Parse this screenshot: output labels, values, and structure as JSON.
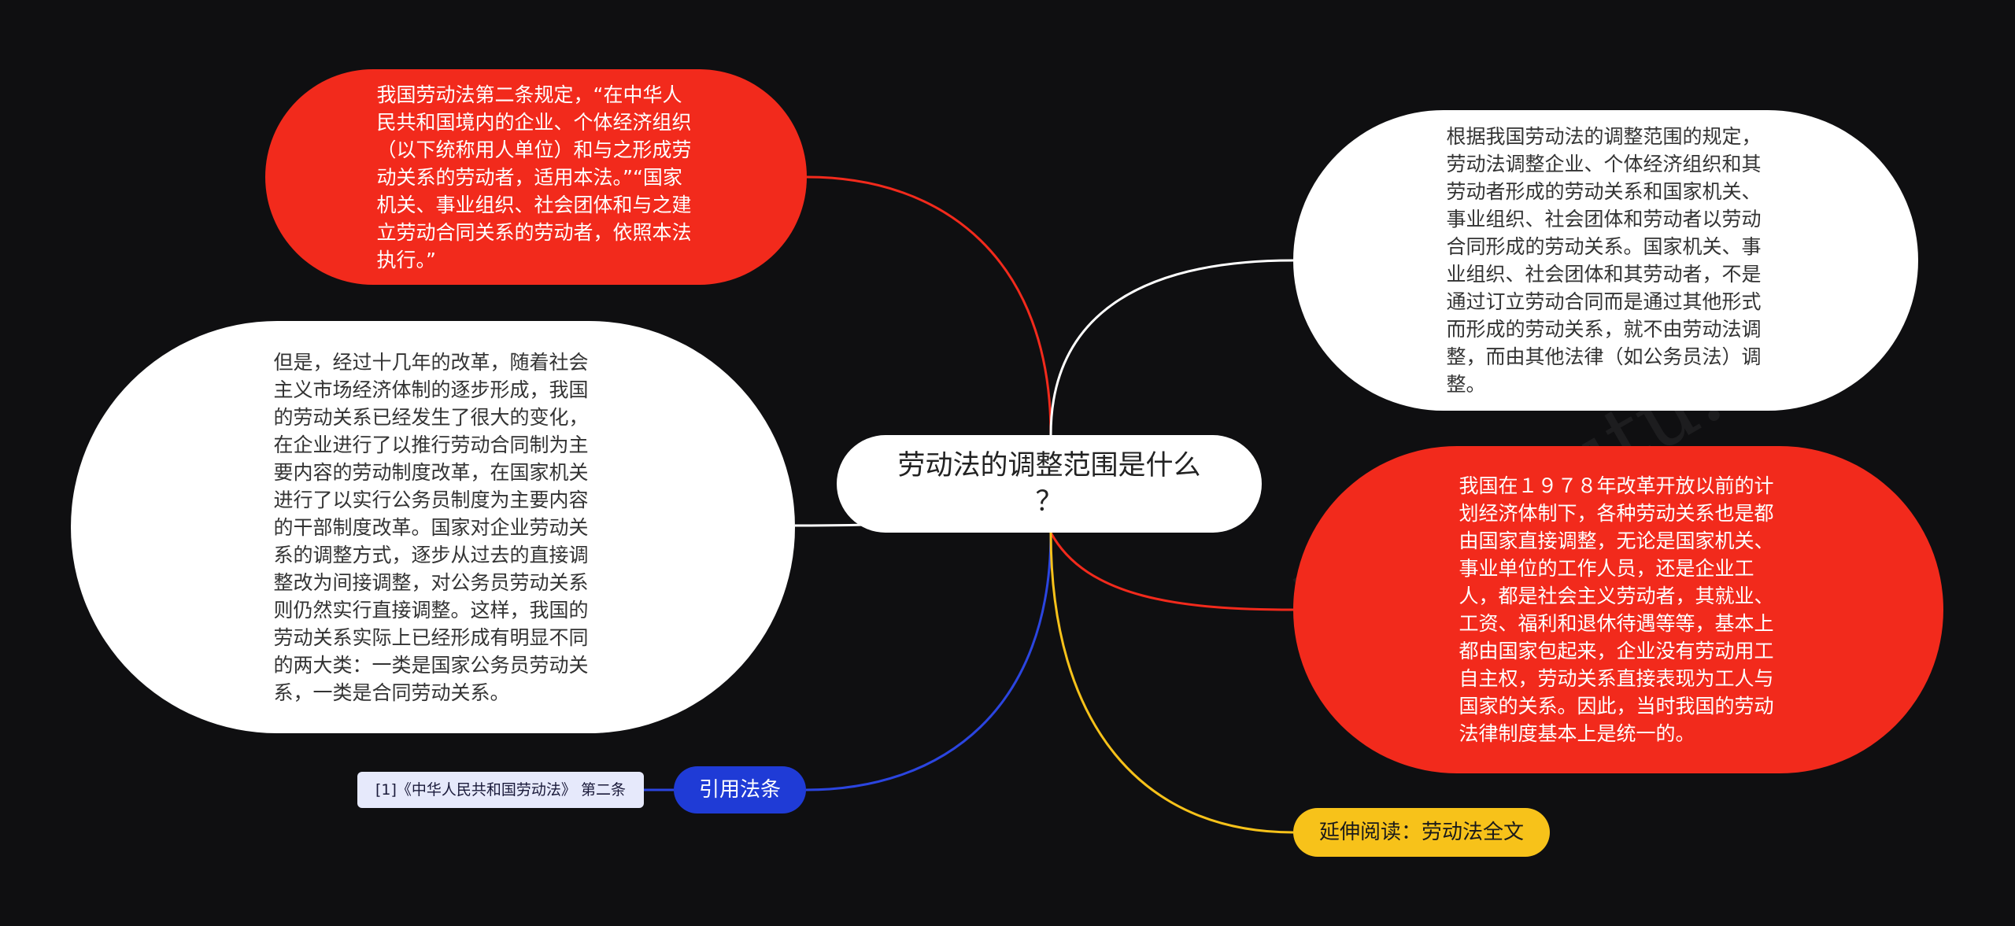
{
  "center": {
    "text": "劳动法的调整范围是什么\n？"
  },
  "nodes": {
    "red_tl": "我国劳动法第二条规定，“在中华人民共和国境内的企业、个体经济组织（以下统称用人单位）和与之形成劳动关系的劳动者，适用本法。”“国家机关、事业组织、社会团体和与之建立劳动合同关系的劳动者，依照本法执行。”",
    "white_l": "但是，经过十几年的改革，随着社会主义市场经济体制的逐步形成，我国的劳动关系已经发生了很大的变化，在企业进行了以推行劳动合同制为主要内容的劳动制度改革，在国家机关进行了以实行公务员制度为主要内容的干部制度改革。国家对企业劳动关系的调整方式，逐步从过去的直接调整改为间接调整，对公务员劳动关系则仍然实行直接调整。这样，我国的劳动关系实际上已经形成有明显不同的两大类：一类是国家公务员劳动关系，一类是合同劳动关系。",
    "white_r": "根据我国劳动法的调整范围的规定，劳动法调整企业、个体经济组织和其劳动者形成的劳动关系和国家机关、事业组织、社会团体和劳动者以劳动合同形成的劳动关系。国家机关、事业组织、社会团体和其劳动者，不是通过订立劳动合同而是通过其他形式而形成的劳动关系，就不由劳动法调整，而由其他法律（如公务员法）调整。",
    "red_r": "我国在１９７８年改革开放以前的计划经济体制下，各种劳动关系也是都由国家直接调整，无论是国家机关、事业单位的工作人员，还是企业工人，都是社会主义劳动者，其就业、工资、福利和退休待遇等等，基本上都由国家包起来，企业没有劳动用工自主权，劳动关系直接表现为工人与国家的关系。因此，当时我国的劳动法律制度基本上是统一的。",
    "blue": "引用法条",
    "ref": "[1]《中华人民共和国劳动法》 第二条",
    "yellow": "延伸阅读：劳动法全文"
  },
  "watermarks": [
    "shutu.cn",
    "树图 shutu.cn"
  ],
  "colors": {
    "background": "#0f0f11",
    "red": "#f22a1c",
    "white": "#ffffff",
    "blue": "#1f3bd6",
    "yellow": "#f7c21a",
    "ref": "#e6e9fb"
  }
}
